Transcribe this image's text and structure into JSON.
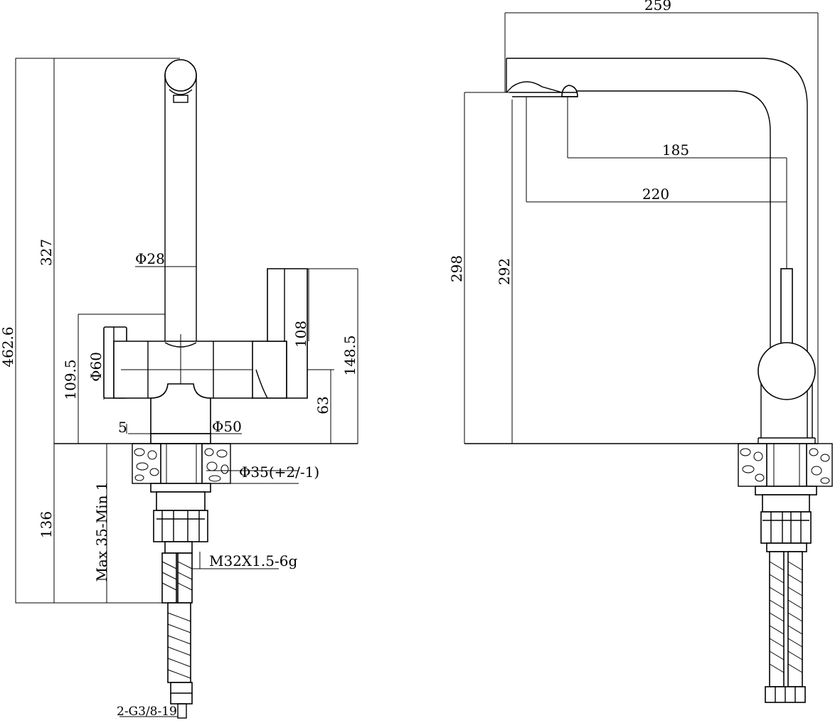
{
  "front_view": {
    "dims": {
      "total_height": "462.6",
      "above_counter": "327",
      "spout_diameter": "Φ28",
      "body_diameter": "Φ60",
      "body_height": "109.5",
      "handle_height": "108",
      "handle_total": "148.5",
      "handle_axis": "63",
      "base_offset": "5",
      "base_diameter": "Φ50",
      "hole_diameter": "Φ35(+2/-1)",
      "below_counter": "136",
      "counter_thickness": "Max 35-Min 1",
      "thread": "M32X1.5-6g",
      "hose_thread": "2-G3/8-19"
    }
  },
  "side_view": {
    "dims": {
      "reach": "259",
      "reach_inner": "185",
      "reach_outer": "220",
      "height_outer": "298",
      "height_inner": "292"
    }
  }
}
